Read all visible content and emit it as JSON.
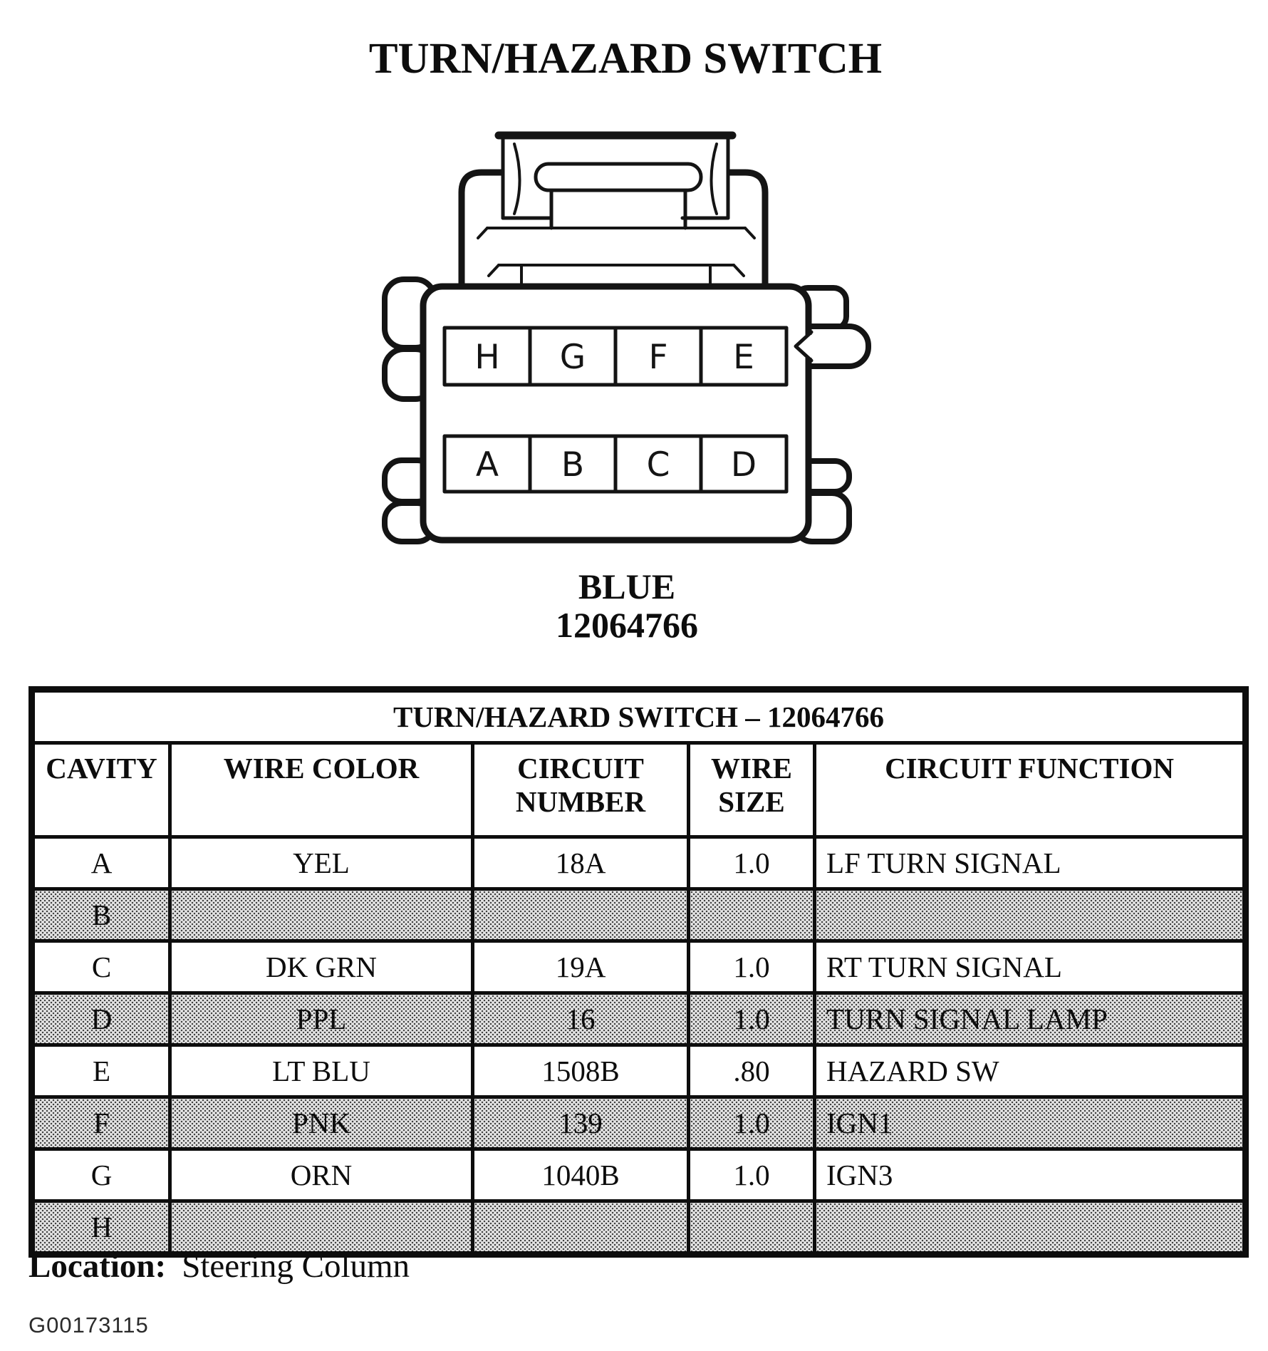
{
  "page": {
    "title": "TURN/HAZARD SWITCH",
    "connector_color": "BLUE",
    "connector_part_number": "12064766",
    "location_label": "Location:",
    "location_value": "Steering Column",
    "figure_id": "G00173115"
  },
  "connector": {
    "description": "8-cavity connector face view",
    "top_row": [
      "H",
      "G",
      "F",
      "E"
    ],
    "bottom_row": [
      "A",
      "B",
      "C",
      "D"
    ]
  },
  "table": {
    "title": "TURN/HAZARD SWITCH – 12064766",
    "headers": [
      "CAVITY",
      "WIRE COLOR",
      "CIRCUIT NUMBER",
      "WIRE SIZE",
      "CIRCUIT FUNCTION"
    ],
    "rows": [
      {
        "cavity": "A",
        "wire_color": "YEL",
        "circuit_number": "18A",
        "wire_size": "1.0",
        "circuit_function": "LF TURN SIGNAL",
        "shaded": false
      },
      {
        "cavity": "B",
        "wire_color": "",
        "circuit_number": "",
        "wire_size": "",
        "circuit_function": "",
        "shaded": true
      },
      {
        "cavity": "C",
        "wire_color": "DK GRN",
        "circuit_number": "19A",
        "wire_size": "1.0",
        "circuit_function": "RT TURN SIGNAL",
        "shaded": false
      },
      {
        "cavity": "D",
        "wire_color": "PPL",
        "circuit_number": "16",
        "wire_size": "1.0",
        "circuit_function": "TURN SIGNAL LAMP",
        "shaded": true
      },
      {
        "cavity": "E",
        "wire_color": "LT BLU",
        "circuit_number": "1508B",
        "wire_size": ".80",
        "circuit_function": "HAZARD SW",
        "shaded": false
      },
      {
        "cavity": "F",
        "wire_color": "PNK",
        "circuit_number": "139",
        "wire_size": "1.0",
        "circuit_function": "IGN1",
        "shaded": true
      },
      {
        "cavity": "G",
        "wire_color": "ORN",
        "circuit_number": "1040B",
        "wire_size": "1.0",
        "circuit_function": "IGN3",
        "shaded": false
      },
      {
        "cavity": "H",
        "wire_color": "",
        "circuit_number": "",
        "wire_size": "",
        "circuit_function": "",
        "shaded": true
      }
    ]
  },
  "colors": {
    "ink": "#0d0d0d",
    "paper": "#ffffff",
    "shaded_row": "#e3e3e3"
  }
}
